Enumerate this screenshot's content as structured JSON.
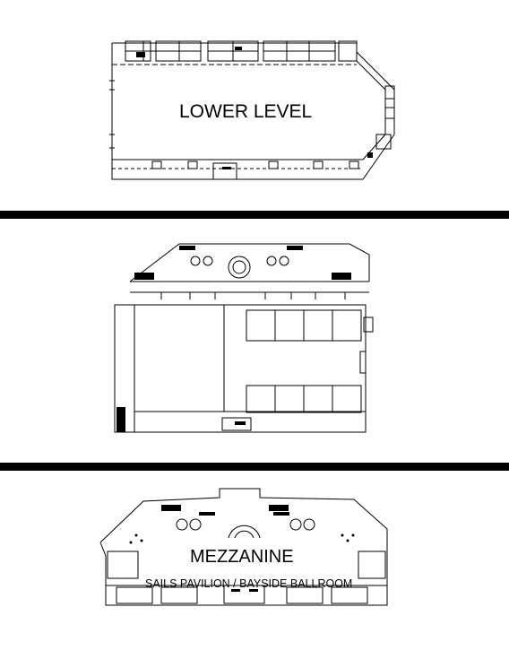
{
  "floors": [
    {
      "id": "lower",
      "label": "LOWER LEVEL"
    },
    {
      "id": "sails",
      "label": "SAILS PAVILION / BAYSIDE BALLROOM"
    },
    {
      "id": "mezzanine",
      "label": "MEZZANINE"
    }
  ],
  "colors": {
    "ink": "#000000",
    "paper": "#ffffff"
  }
}
